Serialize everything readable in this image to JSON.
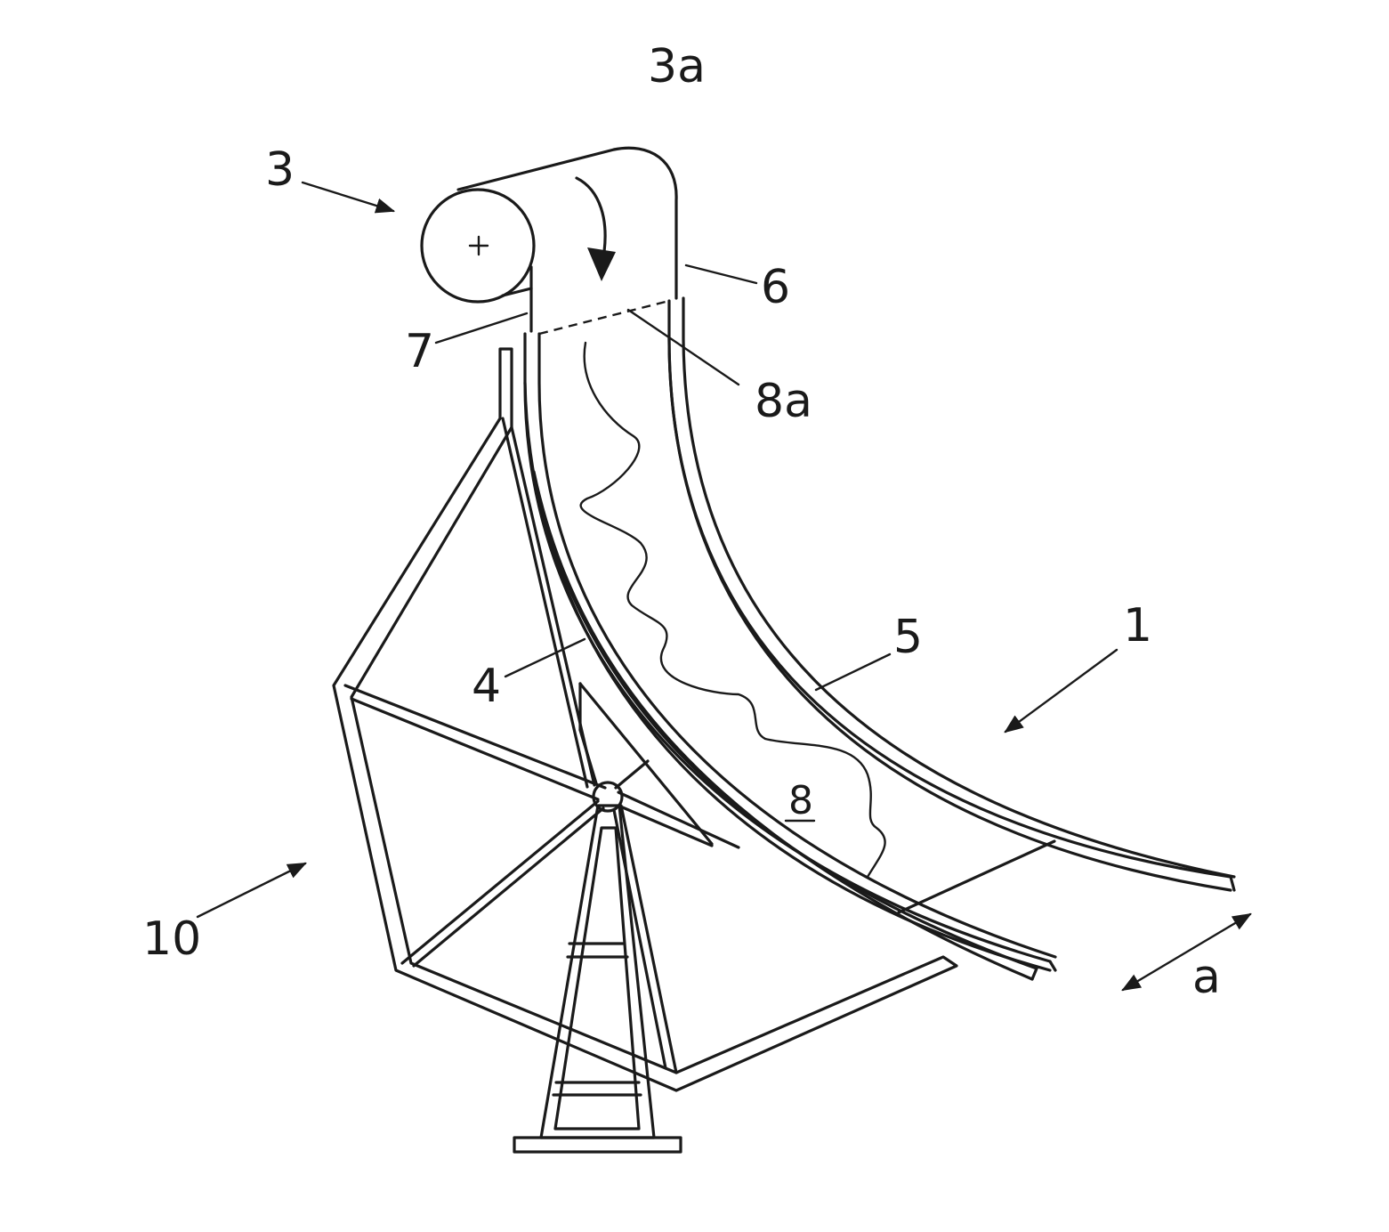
{
  "labels": {
    "l_1": "1",
    "l_3": "3",
    "l_3a": "3a",
    "l_4": "4",
    "l_5": "5",
    "l_6": "6",
    "l_7": "7",
    "l_8": "8",
    "l_8a": "8a",
    "l_10": "10",
    "l_a": "a"
  }
}
